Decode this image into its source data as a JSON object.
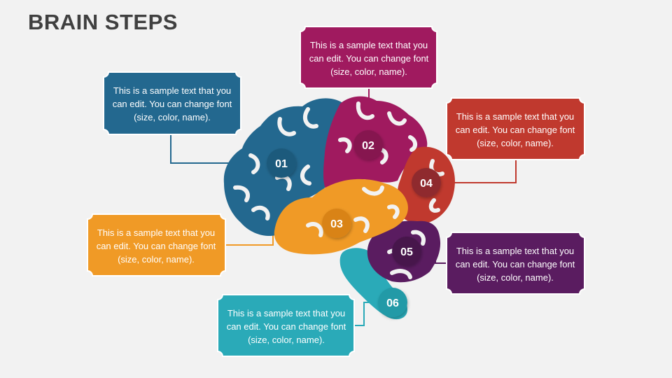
{
  "title": "BRAIN STEPS",
  "colors": {
    "step1": "#23688f",
    "step2": "#a01a5f",
    "step3": "#f09a26",
    "step4": "#c0392e",
    "step5": "#5a1c60",
    "step6": "#2aaab8"
  },
  "steps": [
    {
      "number": "01",
      "text": "This is a sample text that you can edit. You can change font (size, color, name)."
    },
    {
      "number": "02",
      "text": "This is a sample text that you can edit. You can change font (size, color, name)."
    },
    {
      "number": "03",
      "text": "This is a sample text that you can edit. You can change font (size, color, name)."
    },
    {
      "number": "04",
      "text": "This is a sample text that you can edit. You can change font (size, color, name)."
    },
    {
      "number": "05",
      "text": "This is a sample text that you can edit. You can change font (size, color, name)."
    },
    {
      "number": "06",
      "text": "This is a sample text that you can edit. You can change font (size, color, name)."
    }
  ]
}
